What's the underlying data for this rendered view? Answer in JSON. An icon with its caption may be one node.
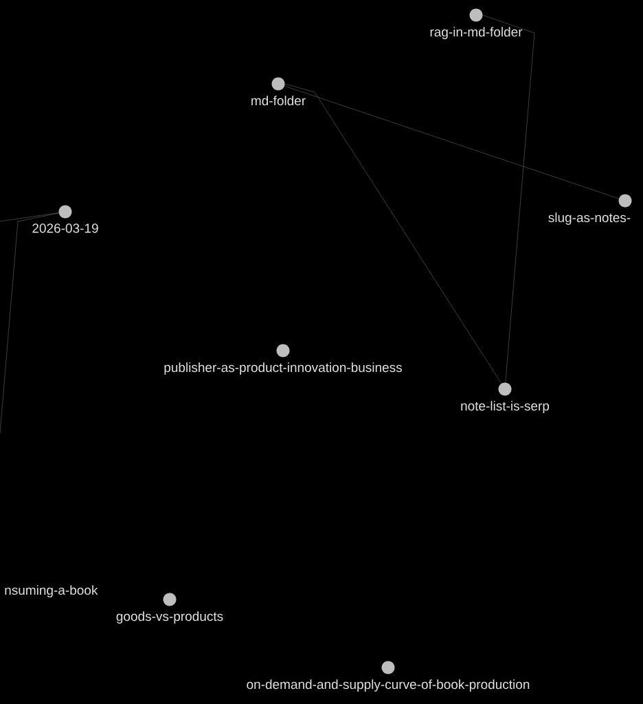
{
  "diagram": {
    "nodes": [
      {
        "text": [
          "rag-in-md-folder"
        ]
      },
      {
        "text": [
          "md-folder"
        ]
      },
      {
        "text": [
          "slug-as-notes-"
        ]
      },
      {
        "text": [
          "2026-03-19"
        ]
      },
      {
        "text": [
          "publisher-as-product-innovation-business"
        ]
      },
      {
        "text": [
          "note-list-is-serp"
        ]
      },
      {
        "text": [
          "goods-vs-products"
        ]
      },
      {
        "text": [
          "on-demand-and-supply-curve-of-book-production"
        ]
      }
    ],
    "edges": [
      {
        "from": 1,
        "to": 2,
        "arrow": "none"
      },
      {
        "from": 1,
        "to": 5,
        "arrow": "none"
      },
      {
        "from": 0,
        "to": 5,
        "arrow": "none"
      },
      {
        "from": null,
        "to": 3,
        "arrow": "none"
      },
      {
        "from": null,
        "to": 3,
        "arrow": "none"
      }
    ],
    "labels": [
      "nsuming-a-book"
    ]
  }
}
